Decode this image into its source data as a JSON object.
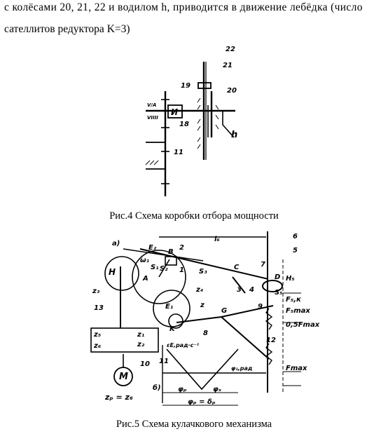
{
  "paragraph": {
    "line1": "с колёсами 20, 21, 22 и водилом h, приводится в движение лебёдка (число",
    "line2": "сателлитов редуктора K=3)"
  },
  "figure4": {
    "caption": "Рис.4 Схема коробки отбора мощности",
    "labels": {
      "gear22": "22",
      "gear21": "21",
      "gear20": "20",
      "gear19": "19",
      "gear18": "18",
      "gear11": "11",
      "carrier": "h",
      "clutch": "И",
      "shaft_a": "V/A",
      "shaft_b": "VIIII"
    }
  },
  "figure5": {
    "caption": "Рис.5 Схема кулачкового механизма",
    "labels": {
      "panel_a": "a)",
      "panel_b": "б)",
      "l6": "l₆",
      "n6": "6",
      "n5": "5",
      "n7": "7",
      "n2": "2",
      "n1": "1",
      "n3": "3",
      "n4": "4",
      "n8": "8",
      "n9": "9",
      "n10": "10",
      "n11": "11",
      "n12": "12",
      "n13": "13",
      "H": "H",
      "A": "A",
      "B": "B",
      "C": "C",
      "D": "D",
      "G": "G",
      "K": "K",
      "E1": "E₁",
      "E2": "E₂",
      "S1": "S₁",
      "S2": "S₂",
      "S3": "S₃",
      "S5": "S₅",
      "H5": "H₅",
      "z3": "z₃",
      "z4": "z₄",
      "zz": "z",
      "z5": "z₅",
      "z6": "z₆",
      "z1": "z₁",
      "z2": "z₂",
      "omega": "ω₁",
      "F5k": "F₅,к",
      "F5max": "F₅max",
      "Fmax": "Fmax",
      "Fres": "0,5Fmax",
      "M": "M",
      "zr": "zₚ = z₆",
      "eps_axis": "εE,рад·с⁻²",
      "phi_axis": "φ₁,рад",
      "phi_p": "φₚ",
      "phi_x": "φₓ",
      "phi_total": "φₚ = δₚ"
    }
  }
}
